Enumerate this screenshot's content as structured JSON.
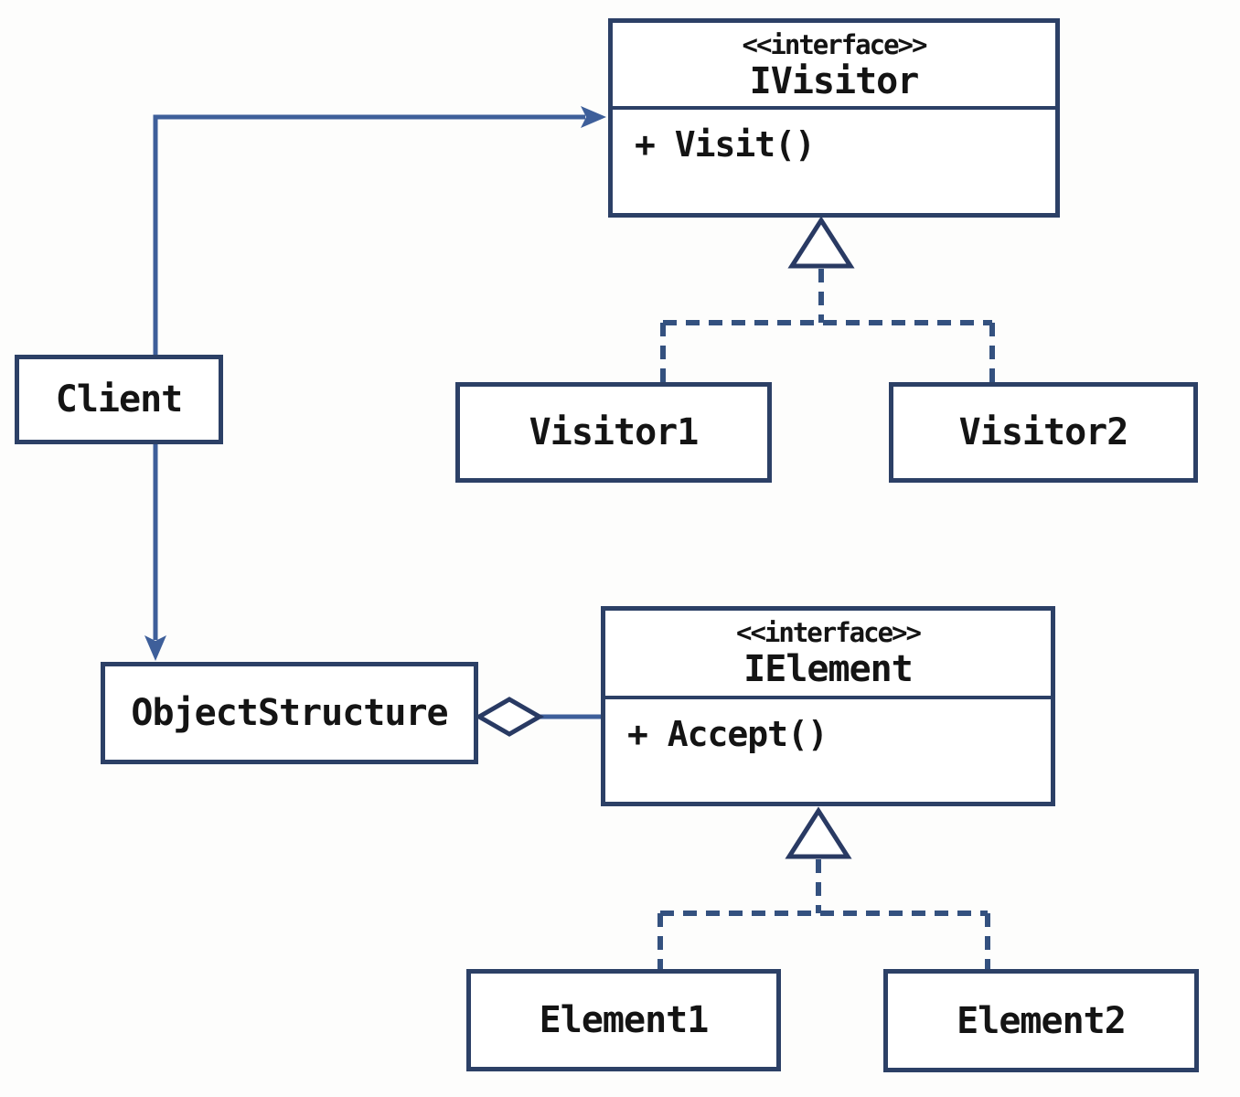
{
  "diagram": {
    "type": "uml-class-diagram",
    "pattern": "Visitor",
    "colors": {
      "background": "#fdfdfc",
      "box_border": "#2c4066",
      "shape_outline": "#293a63",
      "connector": "#3e5f9a",
      "dashed": "#34517f",
      "text": "#141414"
    },
    "nodes": {
      "ivisitor": {
        "stereotype": "<<interface>>",
        "name": "IVisitor",
        "methods": [
          "+ Visit()"
        ]
      },
      "client": {
        "name": "Client"
      },
      "visitor1": {
        "name": "Visitor1"
      },
      "visitor2": {
        "name": "Visitor2"
      },
      "objectstructure": {
        "name": "ObjectStructure"
      },
      "ielement": {
        "stereotype": "<<interface>>",
        "name": "IElement",
        "methods": [
          "+ Accept()"
        ]
      },
      "element1": {
        "name": "Element1"
      },
      "element2": {
        "name": "Element2"
      }
    },
    "edges": [
      {
        "from": "Client",
        "to": "IVisitor",
        "type": "association-arrow"
      },
      {
        "from": "Client",
        "to": "ObjectStructure",
        "type": "association-arrow"
      },
      {
        "from": "ObjectStructure",
        "to": "IElement",
        "type": "aggregation-diamond"
      },
      {
        "from": "Visitor1",
        "to": "IVisitor",
        "type": "realization-dashed-triangle"
      },
      {
        "from": "Visitor2",
        "to": "IVisitor",
        "type": "realization-dashed-triangle"
      },
      {
        "from": "Element1",
        "to": "IElement",
        "type": "realization-dashed-triangle"
      },
      {
        "from": "Element2",
        "to": "IElement",
        "type": "realization-dashed-triangle"
      }
    ]
  }
}
